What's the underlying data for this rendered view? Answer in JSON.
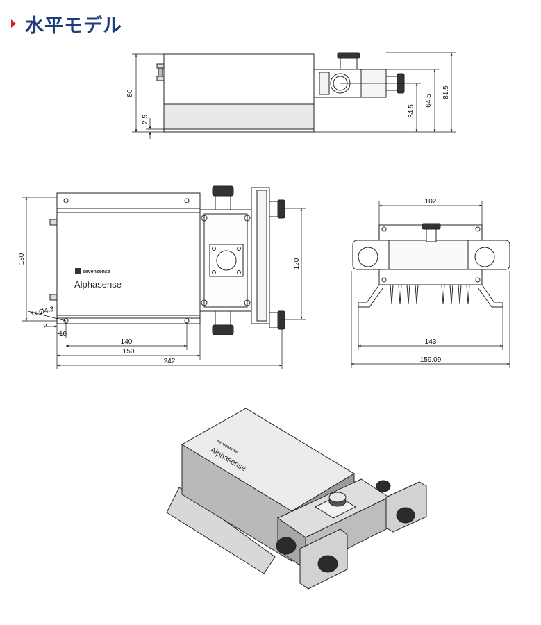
{
  "heading": {
    "title": "水平モデル",
    "marker_color": "#d9232b",
    "title_color": "#1f3d7a"
  },
  "side_view": {
    "dims": {
      "height_total": "80",
      "base_offset": "2.5",
      "axis_height": "34.5",
      "port_height": "64.5",
      "overall_height": "81.5"
    }
  },
  "top_view": {
    "dims": {
      "depth": "130",
      "port_spacing": "120",
      "hole_spec": "4x Ø4.3",
      "edge_offset": "2",
      "hole_offset": "10",
      "hole_pitch": "140",
      "base_length": "150",
      "overall_length": "242"
    },
    "logo": {
      "brand": "sevensense",
      "product": "Alphasense"
    }
  },
  "front_view": {
    "dims": {
      "port_width": "102",
      "foot_width": "143",
      "overall_width": "159.09"
    }
  },
  "iso_view": {
    "logo": {
      "brand": "sevensense",
      "product": "Alphasense"
    }
  }
}
